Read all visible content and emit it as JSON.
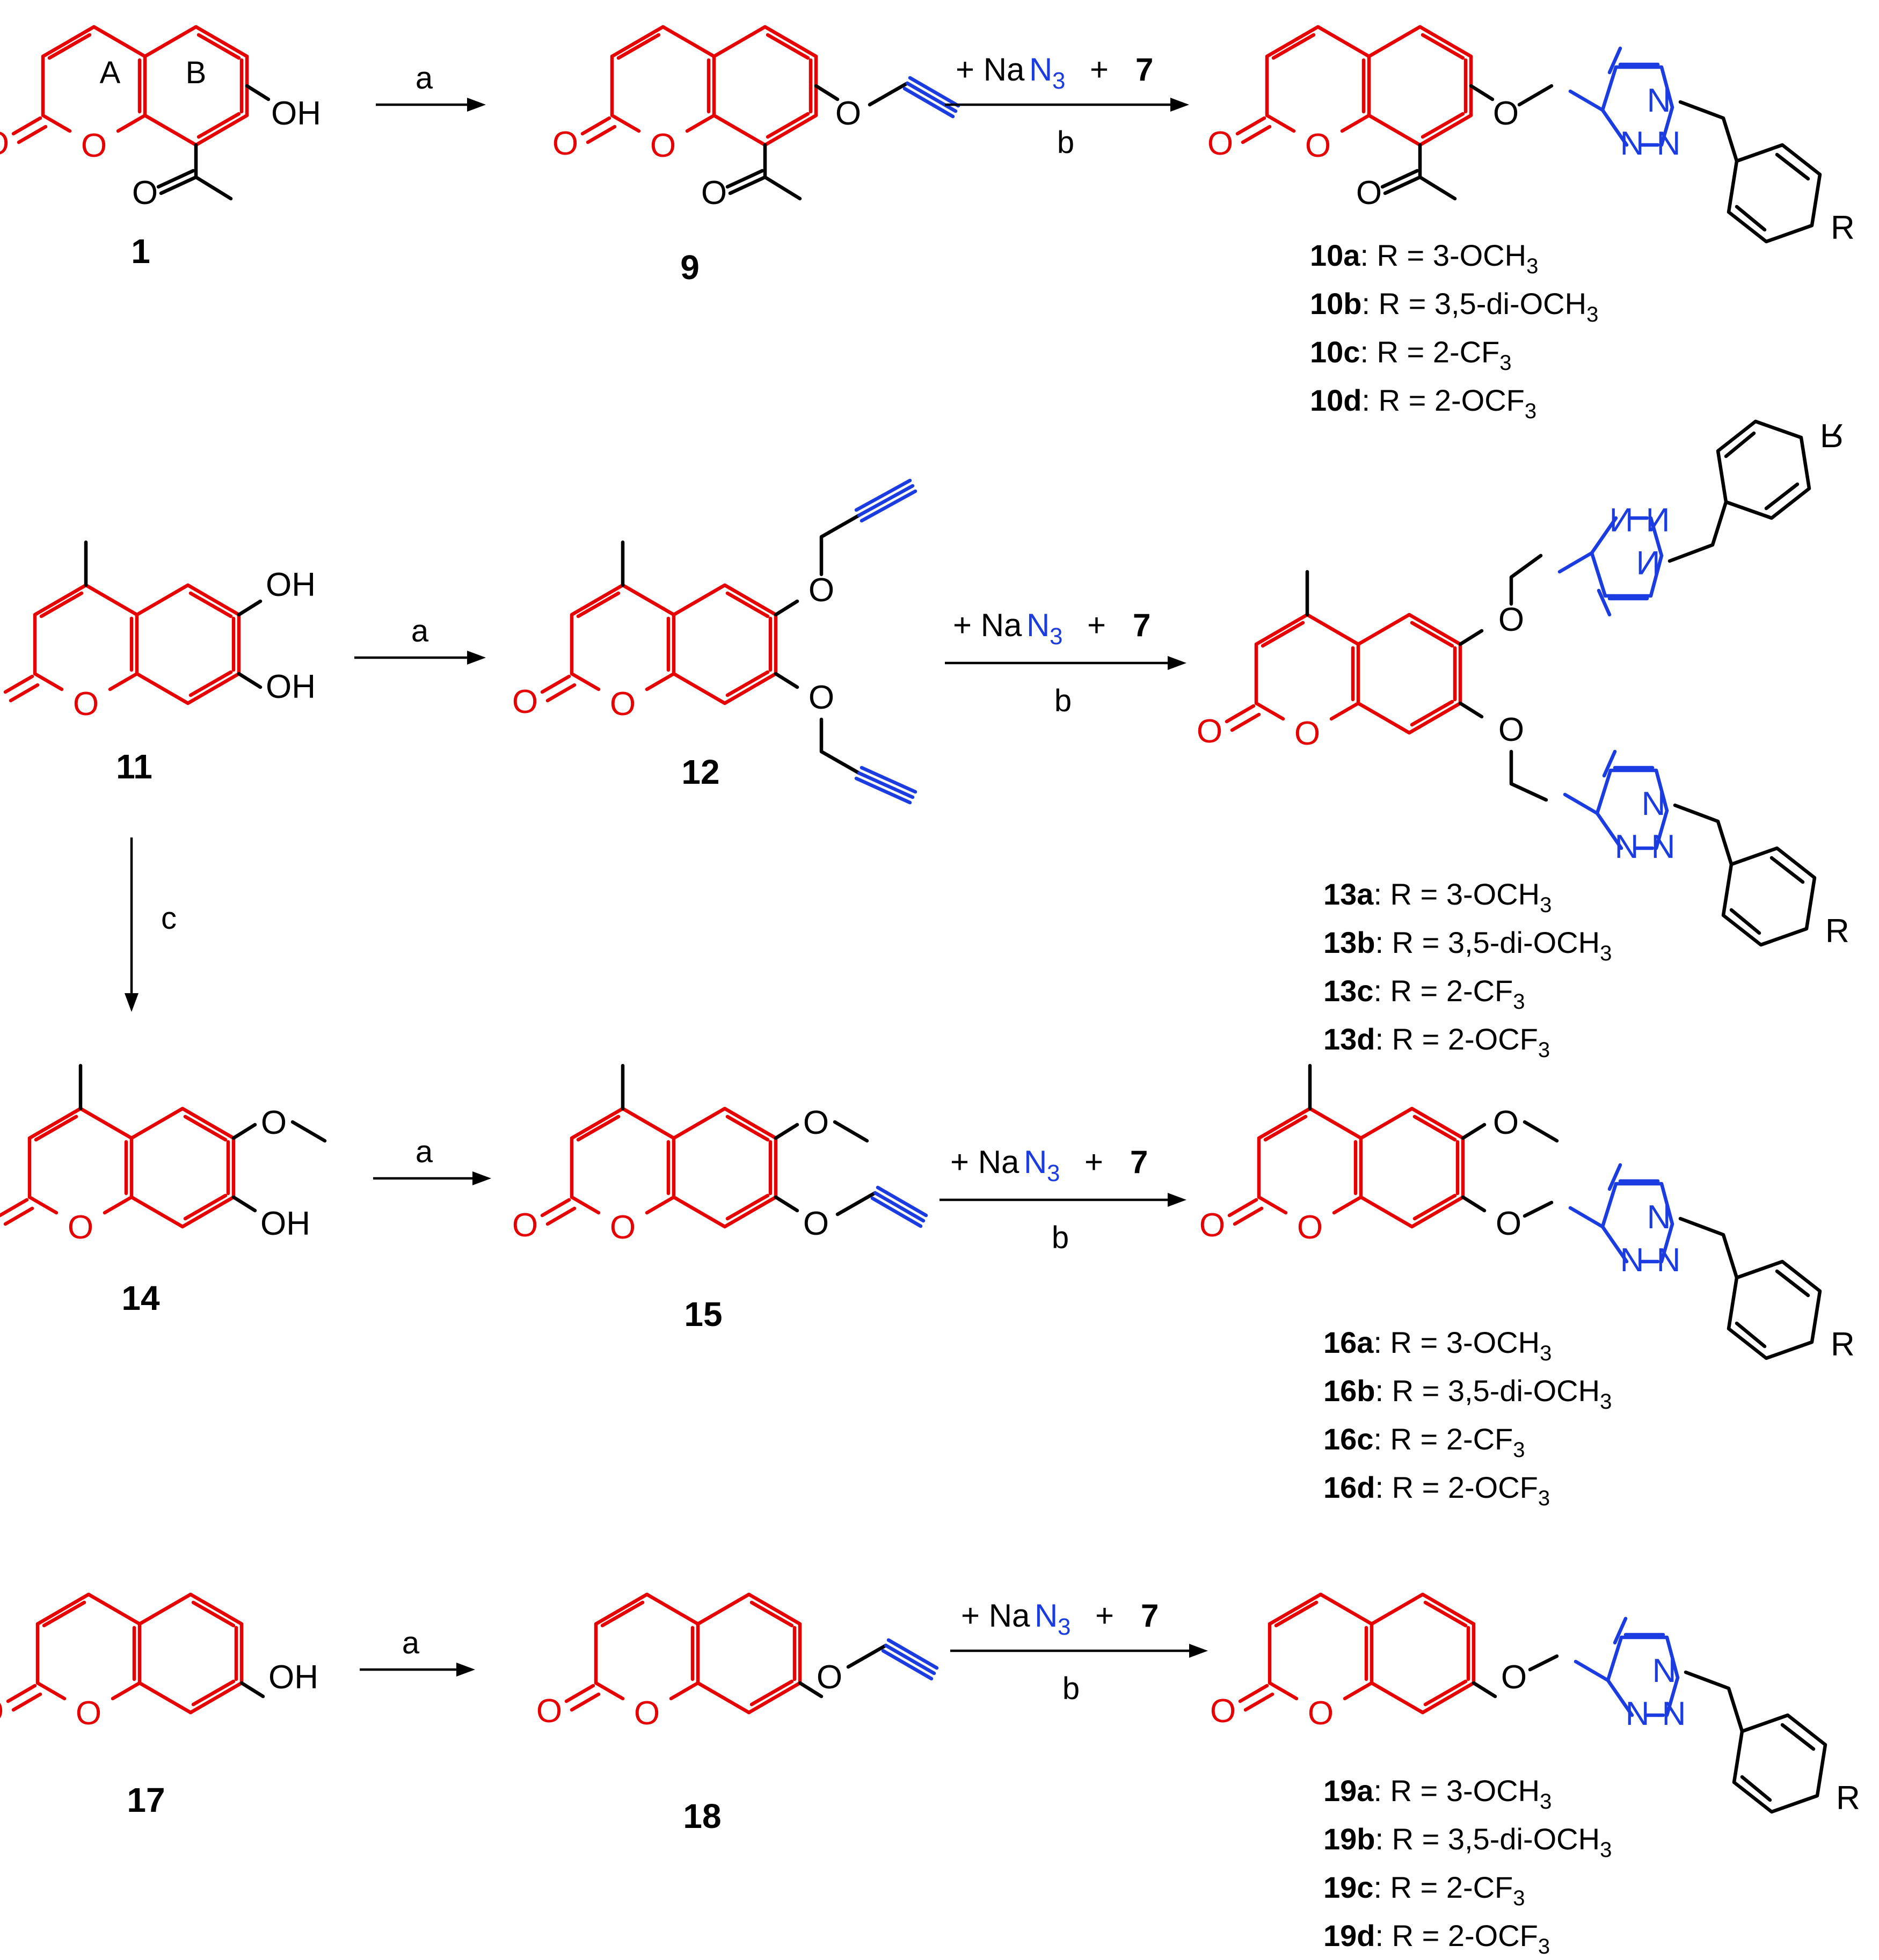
{
  "colors": {
    "coumarin_core": "#e60000",
    "triazole_alkyne": "#1a3ce0",
    "other": "#000000"
  },
  "atoms": {
    "O": "O",
    "OH": "OH",
    "N": "N",
    "R": "R",
    "ring_a": "A",
    "ring_b": "B"
  },
  "steps": {
    "a": "a",
    "b": "b",
    "c": "c"
  },
  "reagents": {
    "plus1": "+ Na",
    "n": "N",
    "sub3": "3",
    "plus2": "+",
    "seven": "7"
  },
  "compounds": {
    "c1": "1",
    "c9": "9",
    "c11": "11",
    "c12": "12",
    "c14": "14",
    "c15": "15",
    "c17": "17",
    "c18": "18"
  },
  "substituents": {
    "r1_prefix": ": R = 3-OCH",
    "r1_sub": "3",
    "r2_prefix": ": R = 3,5-di-OCH",
    "r2_sub": "3",
    "r3_prefix": ": R = 2-CF",
    "r3_sub": "3",
    "r4_prefix": ": R = 2-OCF",
    "r4_sub": "3"
  },
  "series": {
    "s10": [
      "10a",
      "10b",
      "10c",
      "10d"
    ],
    "s13": [
      "13a",
      "13b",
      "13c",
      "13d"
    ],
    "s16": [
      "16a",
      "16b",
      "16c",
      "16d"
    ],
    "s19": [
      "19a",
      "19b",
      "19c",
      "19d"
    ]
  }
}
